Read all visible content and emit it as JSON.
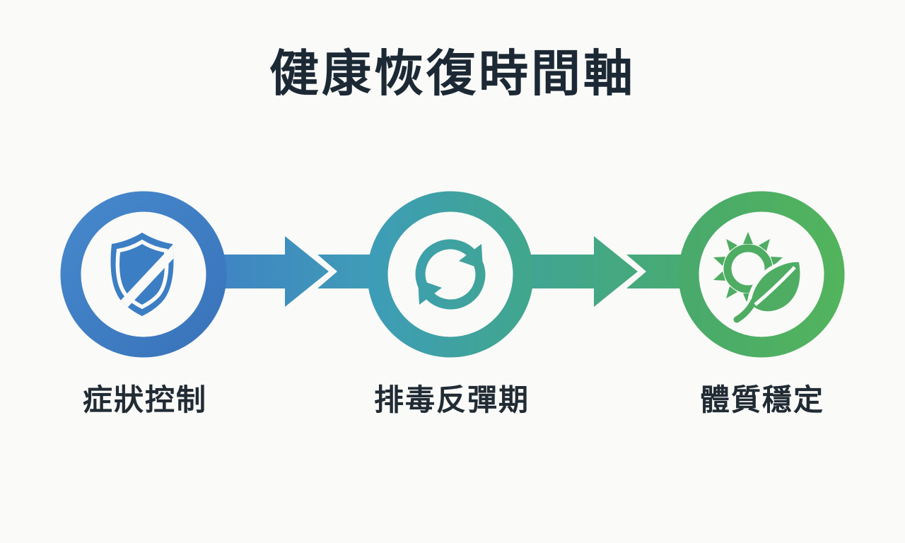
{
  "title": "健康恢復時間軸",
  "steps": [
    {
      "id": 1,
      "label": "症狀控制",
      "icon": "shield-icon"
    },
    {
      "id": 2,
      "label": "排毒反彈期",
      "icon": "refresh-cycle-icon"
    },
    {
      "id": 3,
      "label": "體質穩定",
      "icon": "sun-leaf-icon"
    }
  ],
  "colors": {
    "background": "#fafaf8",
    "title_text": "#1c2935",
    "label_text": "#212b34",
    "step1_ring_start": "#4587cb",
    "step1_ring_end": "#3a74bb",
    "arrow1_start": "#3f83c5",
    "arrow1_end": "#3f9db5",
    "step2_ring_start": "#3d9cb9",
    "step2_ring_end": "#41a78b",
    "arrow2_start": "#40a494",
    "arrow2_end": "#48ab73",
    "step3_ring_start": "#48a96d",
    "step3_ring_end": "#53b45c",
    "shield_blue": "#3c7ec4",
    "sun_leaf_green": "#4ead63"
  }
}
